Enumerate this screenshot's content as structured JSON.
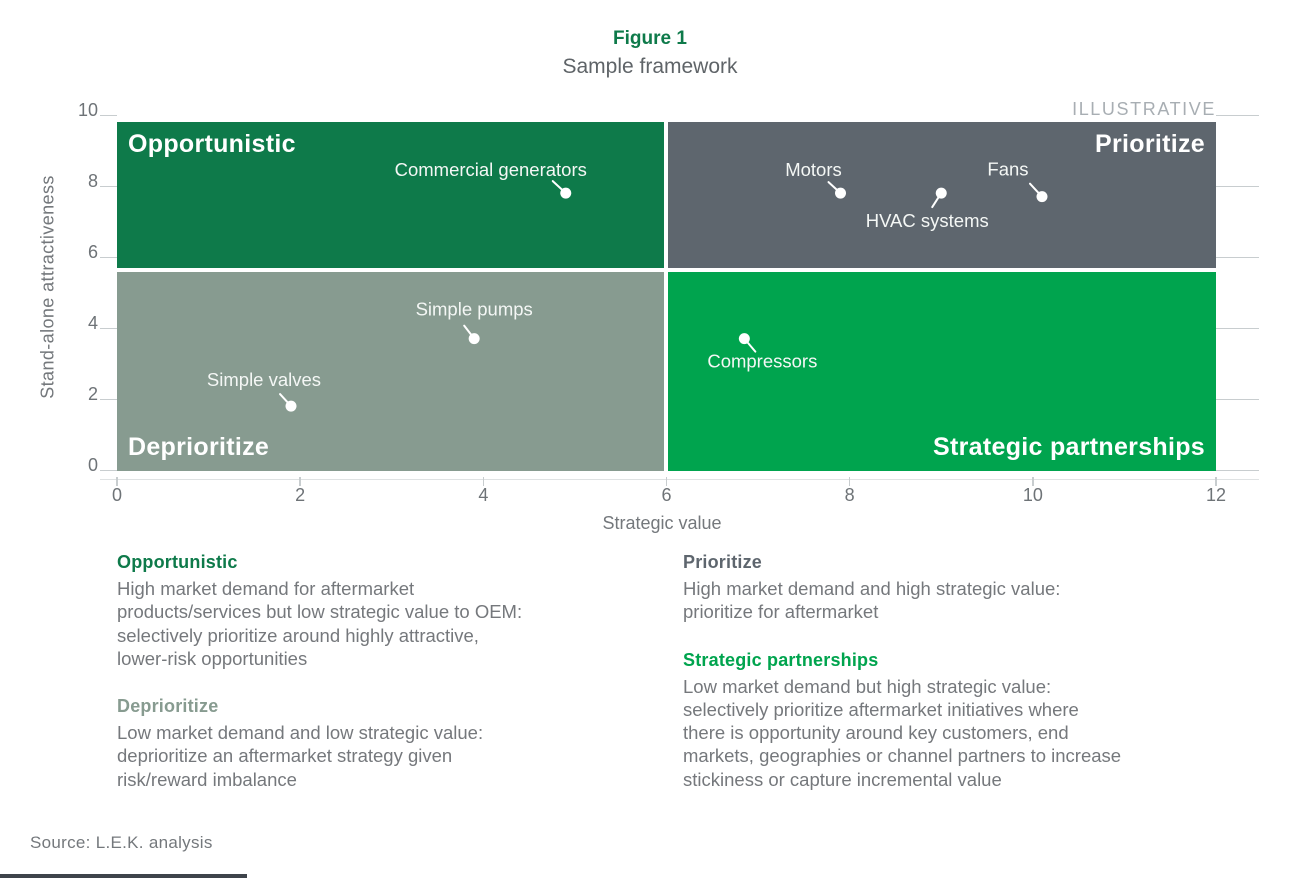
{
  "figure": {
    "title": "Figure 1",
    "subtitle": "Sample framework",
    "source": "Source: L.E.K. analysis"
  },
  "colors": {
    "dark_green": "#0E7A4A",
    "bright_green": "#00A44E",
    "slate_gray": "#5E666E",
    "sage_green": "#879B90",
    "body_text_gray": "#75787C",
    "annotation_gray": "#A8AEB3",
    "white": "#FFFFFF"
  },
  "chart_data": {
    "type": "scatter",
    "title": "Figure 1",
    "subtitle": "Sample framework",
    "annotation": "ILLUSTRATIVE",
    "xlabel": "Strategic value",
    "ylabel": "Stand-alone attractiveness",
    "xlim": [
      0,
      12
    ],
    "ylim": [
      0,
      10
    ],
    "xticks": [
      0,
      2,
      4,
      6,
      8,
      10,
      12
    ],
    "yticks": [
      0,
      2,
      4,
      6,
      8,
      10
    ],
    "grid": "edge-tick-marks-only",
    "legend_position": "below",
    "quadrants": [
      {
        "label": "Opportunistic",
        "position": "top-left",
        "x_range": [
          0,
          6
        ],
        "y_range": [
          5.5,
          10
        ],
        "color": "#0E7A4A",
        "label_corner": "top-left"
      },
      {
        "label": "Prioritize",
        "position": "top-right",
        "x_range": [
          6,
          12
        ],
        "y_range": [
          5.5,
          10
        ],
        "color": "#5E666E",
        "label_corner": "top-right"
      },
      {
        "label": "Deprioritize",
        "position": "bottom-left",
        "x_range": [
          0,
          6
        ],
        "y_range": [
          0,
          5.5
        ],
        "color": "#879B90",
        "label_corner": "bottom-left"
      },
      {
        "label": "Strategic partnerships",
        "position": "bottom-right",
        "x_range": [
          6,
          12
        ],
        "y_range": [
          0,
          5.5
        ],
        "color": "#00A44E",
        "label_corner": "bottom-right"
      }
    ],
    "points": [
      {
        "label": "Commercial generators",
        "x": 4.9,
        "y": 7.8,
        "quadrant": "Opportunistic",
        "label_offset": [
          -75,
          -22
        ],
        "leader": [
          -13,
          -12
        ]
      },
      {
        "label": "Motors",
        "x": 7.9,
        "y": 7.8,
        "quadrant": "Prioritize",
        "label_offset": [
          -27,
          -22
        ],
        "leader": [
          -12,
          -11
        ]
      },
      {
        "label": "HVAC systems",
        "x": 9.0,
        "y": 7.8,
        "quadrant": "Prioritize",
        "label_offset": [
          -14,
          29
        ],
        "leader": [
          -9,
          14
        ]
      },
      {
        "label": "Fans",
        "x": 10.1,
        "y": 7.7,
        "quadrant": "Prioritize",
        "label_offset": [
          -34,
          -26
        ],
        "leader": [
          -12,
          -13
        ]
      },
      {
        "label": "Simple pumps",
        "x": 3.9,
        "y": 3.7,
        "quadrant": "Deprioritize",
        "label_offset": [
          0,
          -28
        ],
        "leader": [
          -10,
          -13
        ]
      },
      {
        "label": "Simple valves",
        "x": 1.9,
        "y": 1.8,
        "quadrant": "Deprioritize",
        "label_offset": [
          -27,
          -25
        ],
        "leader": [
          -11,
          -12
        ]
      },
      {
        "label": "Compressors",
        "x": 6.85,
        "y": 3.7,
        "quadrant": "Strategic partnerships",
        "label_offset": [
          18,
          24
        ],
        "leader": [
          11,
          13
        ]
      }
    ]
  },
  "legend": {
    "columns": [
      {
        "sections": [
          {
            "heading": "Opportunistic",
            "heading_color": "#0E7A4A",
            "body": "High market demand for aftermarket\nproducts/services but low strategic value to OEM:\nselectively prioritize around highly attractive,\nlower-risk opportunities"
          },
          {
            "heading": "Deprioritize",
            "heading_color": "#879B90",
            "body": "Low market demand and low strategic value:\ndeprioritize an aftermarket strategy given\nrisk/reward imbalance"
          }
        ]
      },
      {
        "sections": [
          {
            "heading": "Prioritize",
            "heading_color": "#5E666E",
            "body": "High market demand and high strategic value:\nprioritize for aftermarket"
          },
          {
            "heading": "Strategic partnerships",
            "heading_color": "#00A44E",
            "body": "Low market demand but high strategic value:\nselectively prioritize aftermarket initiatives where\nthere is opportunity around key customers, end\nmarkets, geographies or channel partners to increase\nstickiness or capture incremental value"
          }
        ]
      }
    ]
  }
}
